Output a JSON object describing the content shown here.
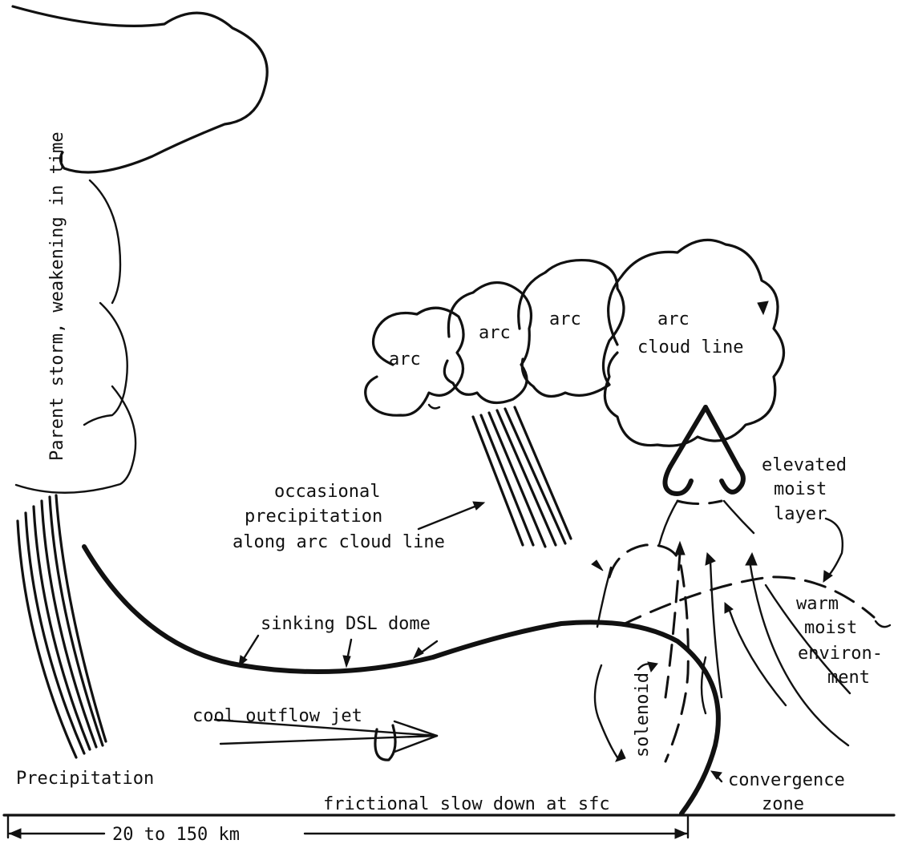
{
  "labels": {
    "parent_storm": "Parent storm, weakening in time",
    "arc1": "arc",
    "arc2": "arc",
    "arc3": "arc",
    "arc4_line1": "arc",
    "arc4_line2": "cloud line",
    "elevated_1": "elevated",
    "elevated_2": "moist",
    "elevated_3": "layer",
    "occasional_1": "occasional",
    "occasional_2": "precipitation",
    "occasional_3": "along arc cloud line",
    "warm_1": "warm",
    "warm_2": "moist",
    "warm_3": "environ-",
    "warm_4": "ment",
    "sinking": "sinking DSL dome",
    "solenoid": "solenoid",
    "cool_jet": "cool outflow jet",
    "precipitation": "Precipitation",
    "convergence_1": "convergence",
    "convergence_2": "zone",
    "frictional": "frictional slow down at sfc",
    "scale": "20 to 150 km"
  }
}
